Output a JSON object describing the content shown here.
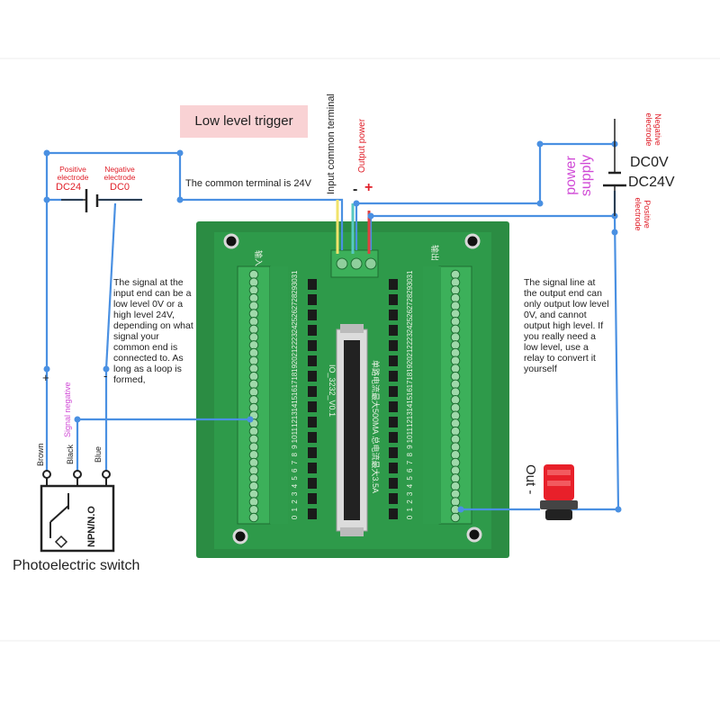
{
  "title": "Low level trigger",
  "common_terminal_note": "The common terminal is 24V",
  "terminal_labels": {
    "input_common": "Input common terminal",
    "output_power": "Output power",
    "minus": "-",
    "plus": "+"
  },
  "left_supply": {
    "positive_label": "Positive electrode",
    "positive_value": "DC24",
    "negative_label": "Negative electrode",
    "negative_value": "DC0"
  },
  "right_supply": {
    "power_supply_label": "power supply",
    "negative_label": "Negative electrode",
    "dc0": "DC0V",
    "dc24": "DC24V",
    "positive_label": "Positive electrode"
  },
  "input_note": "The signal at the input end can be a low level 0V or a high level 24V, depending on what signal your common end is connected to. As long as a loop is formed,",
  "output_note": "The signal line at the output end can only output low level 0V, and cannot output high level. If you really need a low level, use a relay to convert it yourself",
  "sensor": {
    "plus": "+",
    "minus": "-",
    "signal_negative": "Signal negative",
    "wires": [
      "Brown",
      "Black",
      "Blue"
    ],
    "type": "NPN/N.O",
    "name": "Photoelectric switch"
  },
  "output_device": {
    "label": "Out -"
  },
  "board": {
    "model": "IO_3232_V0.1",
    "rating": "单路电流最大500MA 总电流最大3.5A",
    "input_header": "输入",
    "output_header": "输出",
    "left_numbers": [
      "0",
      "1",
      "2",
      "3",
      "4",
      "5",
      "6",
      "7",
      "8",
      "9",
      "10",
      "11",
      "12",
      "13",
      "14",
      "15",
      "16",
      "17",
      "18",
      "19",
      "20",
      "21",
      "22",
      "23",
      "24",
      "25",
      "26",
      "27",
      "28",
      "29",
      "30",
      "31"
    ],
    "right_numbers": [
      "0",
      "1",
      "2",
      "3",
      "4",
      "5",
      "6",
      "7",
      "8",
      "9",
      "10",
      "11",
      "12",
      "13",
      "14",
      "15",
      "16",
      "17",
      "18",
      "19",
      "20",
      "21",
      "22",
      "23",
      "24",
      "25",
      "26",
      "27",
      "28",
      "29",
      "30",
      "31"
    ]
  },
  "colors": {
    "wire": "#4a90e2",
    "board": "#2e9a4a",
    "terminal": "#3cb05a",
    "red_text": "#e0202a",
    "pink_text": "#d04ad6"
  }
}
